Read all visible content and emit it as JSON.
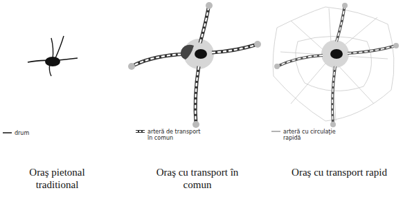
{
  "diagram": {
    "labels": [
      "Oraş pietonal traditional",
      "Oraş cu transport în comun",
      "Oraş cu transport rapid"
    ],
    "legend": [
      {
        "text": "drum"
      },
      {
        "text": "arteră de transport în comun"
      },
      {
        "text": "arteră cu circulaţie rapidă"
      }
    ]
  }
}
